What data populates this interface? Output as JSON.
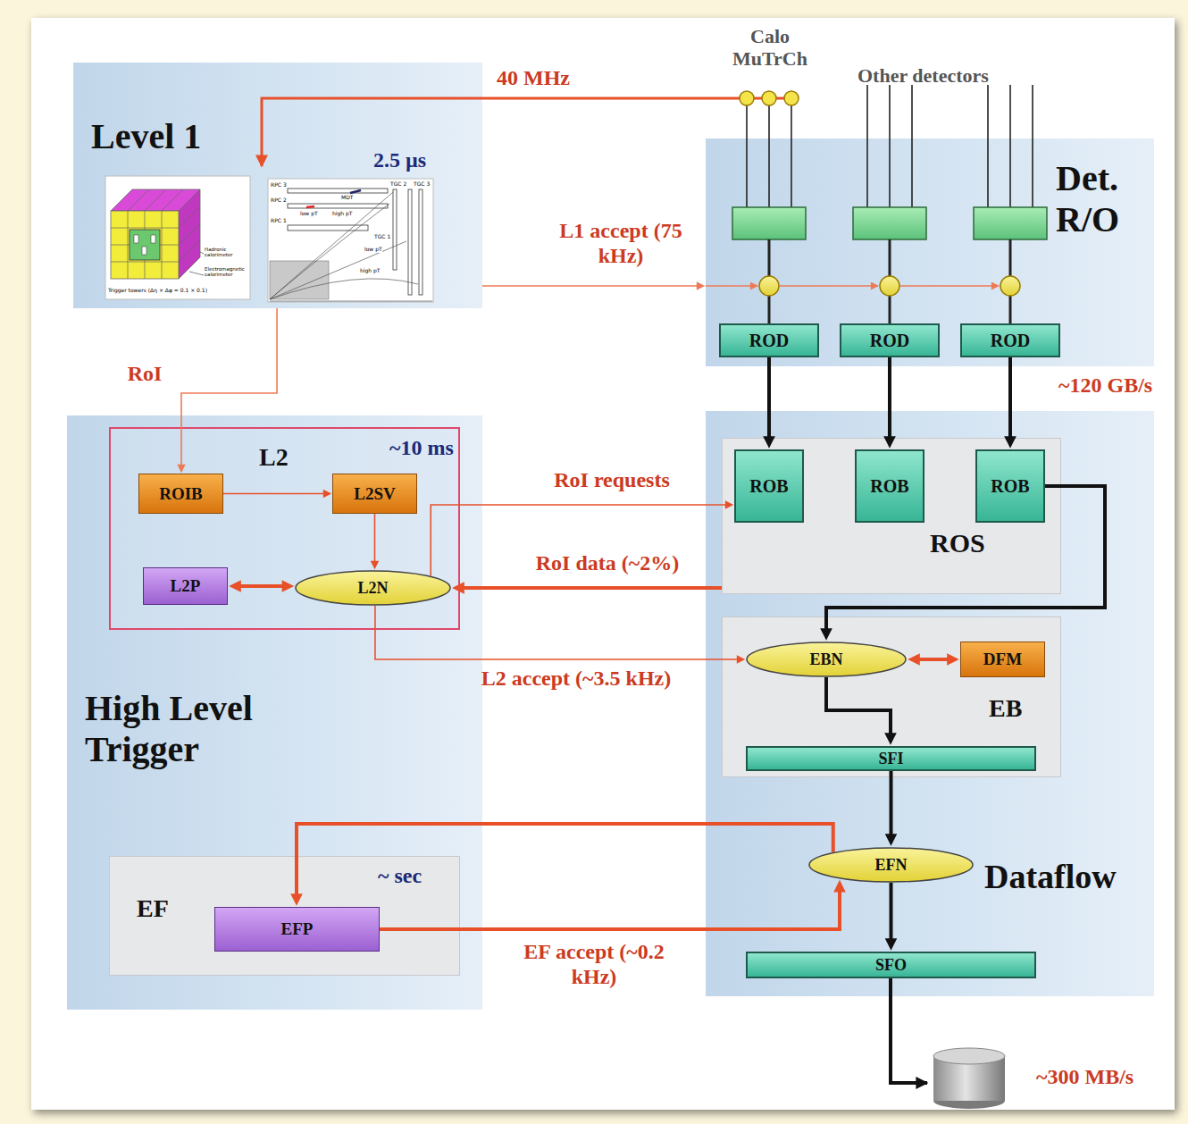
{
  "diagram": {
    "nodes": [
      {
        "text": [
          "Level 1",
          "2.5 µs"
        ]
      },
      {
        "text": [
          "Det. R/O"
        ]
      },
      {
        "text": [
          "ROD"
        ],
        "in": 1
      },
      {
        "text": [
          "ROD"
        ],
        "in": 1
      },
      {
        "text": [
          "ROD"
        ],
        "in": 1
      },
      {
        "text": [
          "High Level Trigger"
        ]
      },
      {
        "text": [
          "L2",
          "~10 ms"
        ],
        "in": 5
      },
      {
        "text": [
          "ROIB"
        ],
        "in": 6
      },
      {
        "text": [
          "L2SV"
        ],
        "in": 6
      },
      {
        "text": [
          "L2P"
        ],
        "in": 6
      },
      {
        "text": [
          "L2N"
        ],
        "in": 6
      },
      {
        "text": [
          "EF",
          "~ sec"
        ],
        "in": 5
      },
      {
        "text": [
          "EFP"
        ],
        "in": 11
      },
      {
        "text": [
          "Dataflow"
        ]
      },
      {
        "text": [
          "ROS"
        ],
        "in": 13
      },
      {
        "text": [
          "ROB"
        ],
        "in": 14
      },
      {
        "text": [
          "ROB"
        ],
        "in": 14
      },
      {
        "text": [
          "ROB"
        ],
        "in": 14
      },
      {
        "text": [
          "EB"
        ],
        "in": 13
      },
      {
        "text": [
          "EBN"
        ],
        "in": 18
      },
      {
        "text": [
          "DFM"
        ],
        "in": 18
      },
      {
        "text": [
          "SFI"
        ],
        "in": 18
      },
      {
        "text": [
          "EFN"
        ],
        "in": 13
      },
      {
        "text": [
          "SFO"
        ],
        "in": 13
      }
    ],
    "edges": [
      {
        "from": 0,
        "to": 1,
        "label": "L1 accept (75 kHz)",
        "arrow": "to"
      },
      {
        "from": 0,
        "to": 7,
        "label": "RoI",
        "arrow": "to"
      },
      {
        "from": 2,
        "to": 15,
        "arrow": "to"
      },
      {
        "from": 3,
        "to": 16,
        "arrow": "to"
      },
      {
        "from": 4,
        "to": 17,
        "arrow": "to"
      },
      {
        "from": 7,
        "to": 8,
        "arrow": "to"
      },
      {
        "from": 8,
        "to": 10,
        "arrow": "to"
      },
      {
        "from": 9,
        "to": 10,
        "arrow": "both"
      },
      {
        "from": 10,
        "to": 15,
        "label": "RoI requests",
        "arrow": "to"
      },
      {
        "from": 14,
        "to": 10,
        "label": "RoI data (~2%)",
        "arrow": "to"
      },
      {
        "from": 10,
        "to": 19,
        "label": "L2 accept (~3.5 kHz)",
        "arrow": "to"
      },
      {
        "from": 17,
        "to": 19,
        "arrow": "to"
      },
      {
        "from": 20,
        "to": 19,
        "arrow": "both"
      },
      {
        "from": 19,
        "to": 21,
        "arrow": "to"
      },
      {
        "from": 21,
        "to": 22,
        "arrow": "to"
      },
      {
        "from": 22,
        "to": 12,
        "arrow": "to"
      },
      {
        "from": 12,
        "to": 22,
        "label": "EF accept (~0.2 kHz)",
        "arrow": "to"
      },
      {
        "from": 22,
        "to": 23,
        "arrow": "to"
      }
    ],
    "labels": [
      "Calo MuTrCh",
      "Other detectors",
      "40 MHz",
      "~120 GB/s",
      "~300 MB/s",
      "Hadronic calorimeter",
      "Electromagnetic calorimeter",
      "Trigger towers (Δη × Δφ = 0.1 × 0.1)",
      "RPC 3",
      "RPC 2",
      "RPC 1",
      "MDT",
      "TGC 1",
      "TGC 2",
      "TGC 3",
      "low pT",
      "high pT",
      "low pT",
      "high pT"
    ]
  }
}
